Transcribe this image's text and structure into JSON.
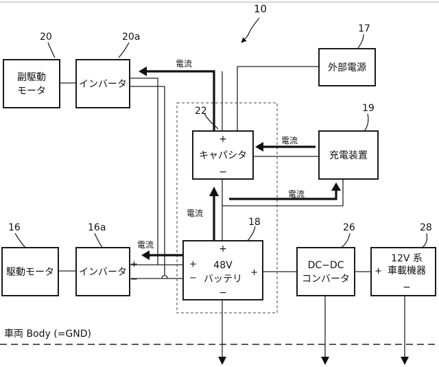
{
  "figure_number": "10",
  "blocks": {
    "sub_motor": {
      "ref": "20",
      "line1": "副駆動",
      "line2": "モータ"
    },
    "inverter_top": {
      "ref": "20a",
      "label": "インバータ"
    },
    "external_power": {
      "ref": "17",
      "label": "外部電源"
    },
    "capacitor": {
      "ref": "22",
      "plus": "+",
      "label": "キャパシタ",
      "minus": "−"
    },
    "charger": {
      "ref": "19",
      "label": "充電装置"
    },
    "drive_motor": {
      "ref": "16",
      "label": "駆動モータ"
    },
    "inverter_bottom": {
      "ref": "16a",
      "label": "インバータ",
      "plus": "+",
      "minus": "−"
    },
    "battery": {
      "ref": "18",
      "plus_top": "+",
      "line1": "48V",
      "line2": "バッテリ",
      "minus_bottom": "−",
      "plus_left": "+",
      "minus_left": "−",
      "plus_right": "+"
    },
    "dcdc": {
      "ref": "26",
      "line1": "DC−DC",
      "line2": "コンバータ"
    },
    "device_12v": {
      "ref": "28",
      "line1": "12V 系",
      "line2": "車載機器",
      "plus": "+",
      "minus": "−"
    }
  },
  "currents": {
    "top": "電流",
    "charger": "電流",
    "feed": "電流",
    "vertical": "電流",
    "bottom": "電流"
  },
  "ground_label": "車両 Body (=GND)"
}
